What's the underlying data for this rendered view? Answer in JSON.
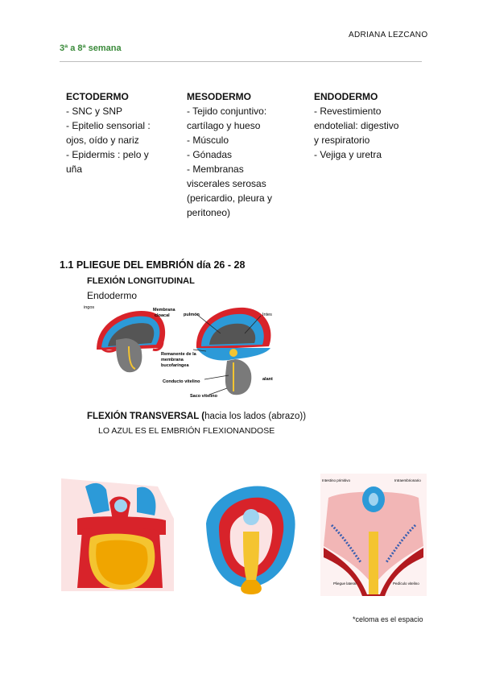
{
  "header": {
    "author": "ADRIANA LEZCANO",
    "week": "3ª a 8ª semana"
  },
  "germ_layers": [
    {
      "title": "ECTODERMO",
      "lines": [
        "- SNC y SNP",
        "- Epitelio sensorial :",
        "ojos, oído y nariz",
        "- Epidermis : pelo y",
        "uña"
      ]
    },
    {
      "title": "MESODERMO",
      "lines": [
        "- Tejido conjuntivo:",
        "cartílago y hueso",
        "- Músculo",
        "- Gónadas",
        "- Membranas",
        "viscerales serosas",
        "(pericardio, pleura y",
        "peritoneo)"
      ]
    },
    {
      "title": "ENDODERMO",
      "lines": [
        "- Revestimiento",
        "endotelial: digestivo",
        "y respiratorio",
        "- Vejiga y uretra"
      ]
    }
  ],
  "section": {
    "title": "1.1 PLIEGUE DEL EMBRIÓN día 26 - 28",
    "longitudinal": {
      "heading": "FLEXIÓN LONGITUDINAL",
      "subheading": "Endodermo",
      "labels": {
        "left_top": "ingos",
        "membrana": "Membrana",
        "cloacal": "cloacal",
        "pulmon": "pulmón",
        "intes": "Intes",
        "remanente1": "Remanente de la",
        "remanente2": "membrana",
        "remanente3": "bucofaríngea",
        "alant": "alant",
        "conducto": "Conducto vitelino",
        "saco": "Saco vitelino"
      }
    },
    "transversal": {
      "heading_bold": "FLEXIÓN TRANSVERSAL (",
      "heading_plain": "hacia los lados (abrazo))",
      "note": "LO AZUL ES EL EMBRIÓN FLEXIONANDOSE"
    },
    "right_fig_labels": {
      "intestino": "Intestino primitivo",
      "mesentery": "Intraembrionario",
      "pliegue": "Pliegue lateral",
      "pedicle": "Pedículo vitelino"
    },
    "footnote": "*celoma es el espacio"
  },
  "colors": {
    "green_heading": "#3a8a3a",
    "embryo_blue": "#2c9ad8",
    "mesoderm_red": "#d8232a",
    "yolk": "#f4c430",
    "pink": "#f2b6b6",
    "gray": "#7a7a7a"
  }
}
